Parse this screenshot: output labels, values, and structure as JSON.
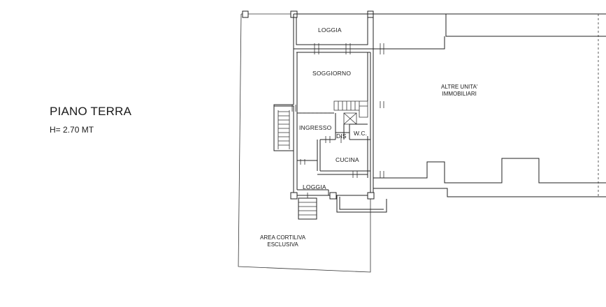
{
  "floor": {
    "title": "PIANO TERRA",
    "height": "H= 2.70 MT"
  },
  "rooms": {
    "loggia_top": "LOGGIA",
    "soggiorno": "SOGGIORNO",
    "ingresso": "INGRESSO",
    "dis": "DIS",
    "wc": "W.C.",
    "cucina": "CUCINA",
    "loggia_bottom": "LOGGIA"
  },
  "areas": {
    "altre_line1": "ALTRE UNITA'",
    "altre_line2": "IMMOBILIARI",
    "cortile_line1": "AREA CORTILIVA",
    "cortile_line2": "ESCLUSIVA"
  }
}
